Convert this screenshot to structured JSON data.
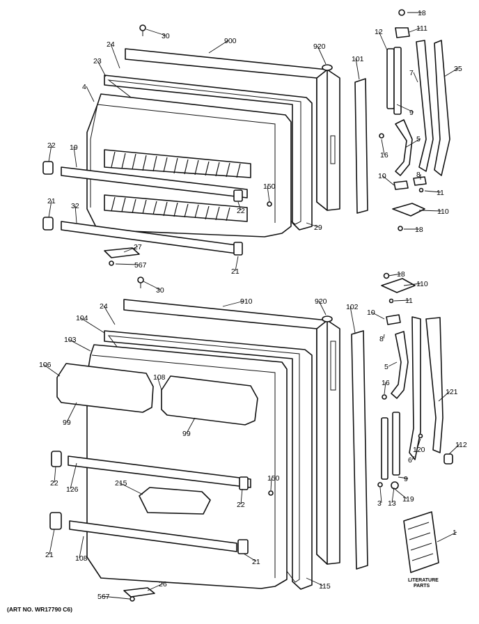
{
  "diagram": {
    "art_number": "(ART NO. WR17790 C6)",
    "literature_caption_line1": "LITERATURE",
    "literature_caption_line2": "PARTS",
    "callouts": [
      "18",
      "111",
      "30",
      "900",
      "920",
      "12",
      "24",
      "23",
      "101",
      "7",
      "35",
      "4",
      "9",
      "16",
      "5",
      "22",
      "19",
      "150",
      "8",
      "10",
      "11",
      "22",
      "21",
      "32",
      "29",
      "110",
      "18",
      "27",
      "567",
      "21",
      "18",
      "110",
      "30",
      "910",
      "920",
      "11",
      "10",
      "24",
      "102",
      "104",
      "8",
      "103",
      "5",
      "106",
      "108",
      "16",
      "121",
      "99",
      "99",
      "120",
      "112",
      "6",
      "22",
      "150",
      "126",
      "215",
      "9",
      "3",
      "13",
      "119",
      "22",
      "1",
      "21",
      "108",
      "21",
      "26",
      "567",
      "115"
    ]
  }
}
